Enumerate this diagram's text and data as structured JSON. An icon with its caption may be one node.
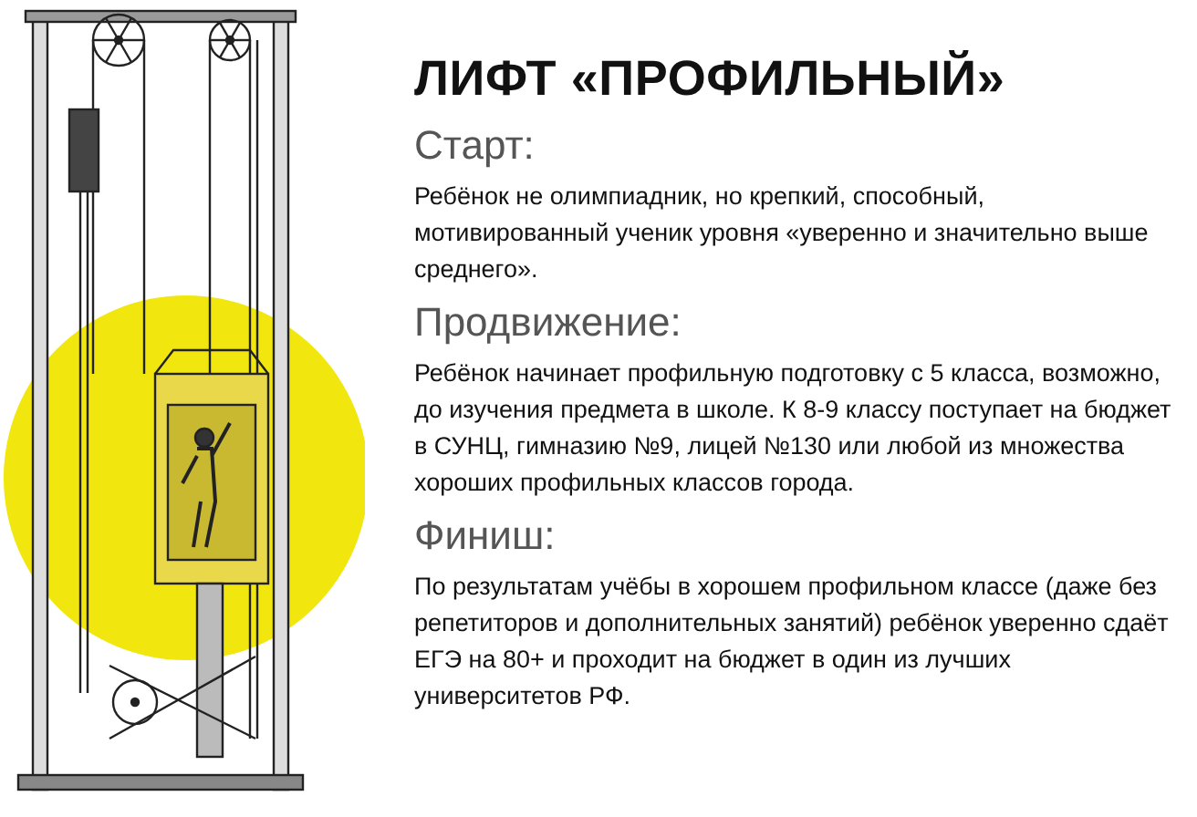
{
  "diagram": {
    "title": "ЛИФТ «ПРОФИЛЬНЫЙ»",
    "labels": [
      "Старт:",
      "Ребёнок не олимпиадник, но крепкий, способный, мотивированный ученик уровня «уверенно и значительно выше среднего».",
      "Продвижение:",
      "Ребёнок начинает профильную подготовку с 5 класса, возможно, до изучения предмета в школе. К 8-9 классу поступает на бюджет в СУНЦ, гимназию №9, лицей №130 или любой из множества хороших профильных классов города.",
      "Финиш:",
      "По результатам учёбы в хорошем профильном классе (даже без репетиторов и дополнительных занятий) ребёнок уверенно сдаёт ЕГЭ на 80+ и проходит на бюджет в один из лучших университетов РФ."
    ]
  }
}
